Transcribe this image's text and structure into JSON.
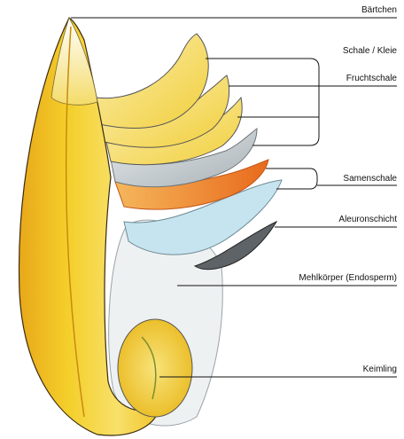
{
  "diagram": {
    "labels": {
      "baertchen": "Bärtchen",
      "schale_kleie": "Schale / Kleie",
      "fruchtschale": "Fruchtschale",
      "samenschale": "Samenschale",
      "aleuronschicht": "Aleuronschicht",
      "mehlkoerper": "Mehlkörper (Endosperm)",
      "keimling": "Keimling"
    },
    "colors": {
      "husk_yellow": "#f2c21b",
      "husk_light": "#f7e27a",
      "orange": "#ee8a2a",
      "layer_gray": "#c9cfd3",
      "aleurone_blue": "#bfe3ee",
      "endosperm": "#eef1f2",
      "germ": "#f3d13a",
      "line": "#111111"
    }
  }
}
